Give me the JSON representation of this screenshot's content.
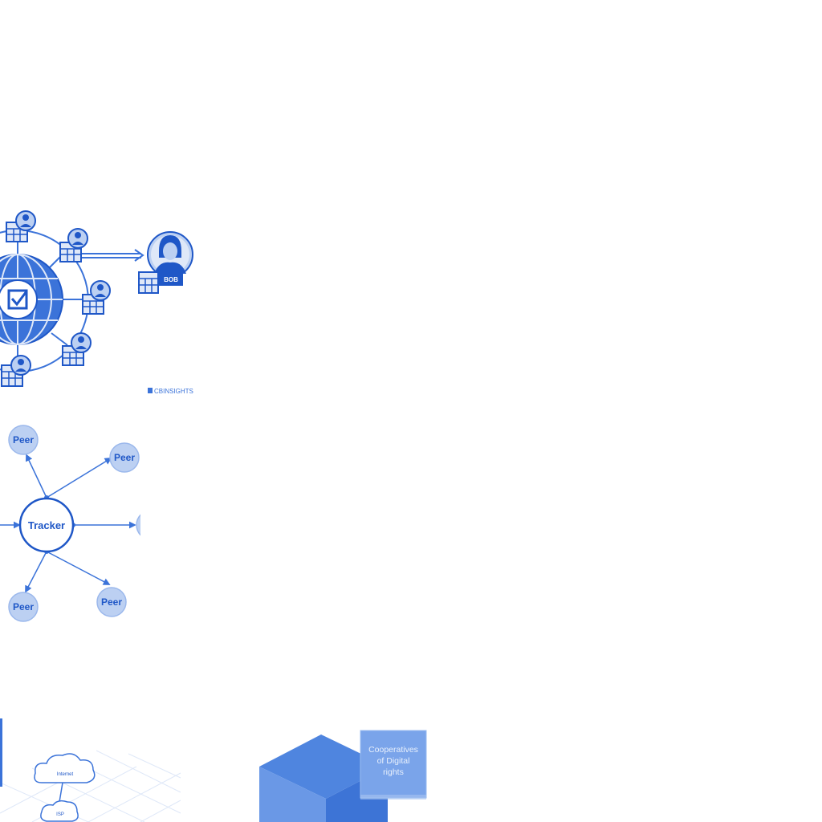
{
  "panel_ledger": {
    "badge_label": "BOB",
    "watermark": "CBINSIGHTS"
  },
  "panel_tracker": {
    "center_label": "Tracker",
    "peer_label": "Peer"
  },
  "panel_network": {
    "cloud_top_label": "Internet",
    "cloud_bottom_label": "ISP"
  },
  "panel_cube": {
    "note_line1": "Cooperatives",
    "note_line2": "of Digital",
    "note_line3": "rights"
  },
  "colors": {
    "primary": "#3b73d9",
    "dark": "#1f57c7",
    "light": "#bcd0f2",
    "pale": "#dfe8f8",
    "cube_top": "#4f85df",
    "cube_front": "#6a98e6",
    "cube_side": "#3d74d6",
    "note": "#7aa4ea"
  }
}
